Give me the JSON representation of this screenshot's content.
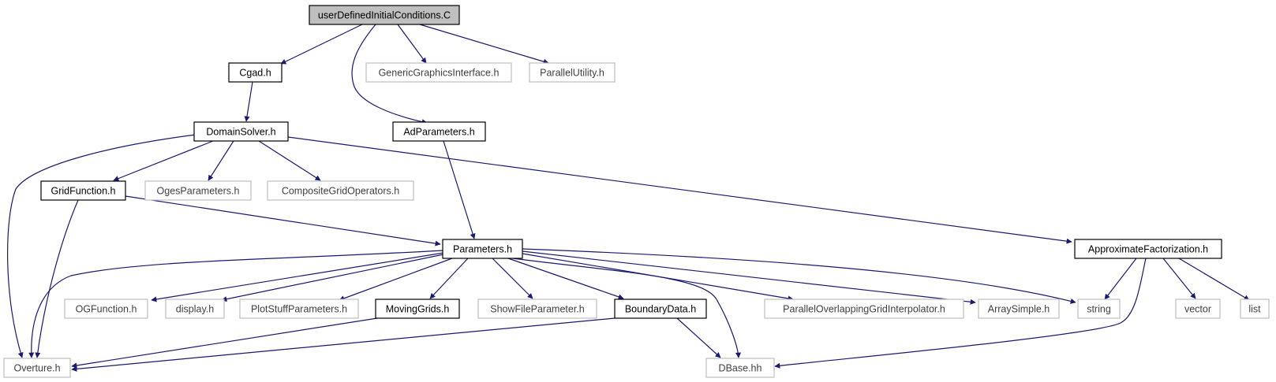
{
  "colors": {
    "edge": "#191970",
    "root_fill": "#bfbfbf",
    "node_fill": "#ffffff",
    "documented_border": "#000000",
    "external_border": "#bfbfbf",
    "documented_text": "#000000",
    "external_text": "#3f3f3f"
  },
  "nodes": {
    "root": {
      "label": "userDefinedInitialConditions.C"
    },
    "cgad": {
      "label": "Cgad.h"
    },
    "ggi": {
      "label": "GenericGraphicsInterface.h"
    },
    "pu": {
      "label": "ParallelUtility.h"
    },
    "ds": {
      "label": "DomainSolver.h"
    },
    "adp": {
      "label": "AdParameters.h"
    },
    "gf": {
      "label": "GridFunction.h"
    },
    "ogesp": {
      "label": "OgesParameters.h"
    },
    "cgo": {
      "label": "CompositeGridOperators.h"
    },
    "params": {
      "label": "Parameters.h"
    },
    "af": {
      "label": "ApproximateFactorization.h"
    },
    "ogf": {
      "label": "OGFunction.h"
    },
    "disp": {
      "label": "display.h"
    },
    "psp": {
      "label": "PlotStuffParameters.h"
    },
    "mg": {
      "label": "MovingGrids.h"
    },
    "sfp": {
      "label": "ShowFileParameter.h"
    },
    "bd": {
      "label": "BoundaryData.h"
    },
    "pogi": {
      "label": "ParallelOverlappingGridInterpolator.h"
    },
    "as": {
      "label": "ArraySimple.h"
    },
    "str": {
      "label": "string"
    },
    "vec": {
      "label": "vector"
    },
    "lst": {
      "label": "list"
    },
    "ov": {
      "label": "Overture.h"
    },
    "db": {
      "label": "DBase.hh"
    }
  }
}
